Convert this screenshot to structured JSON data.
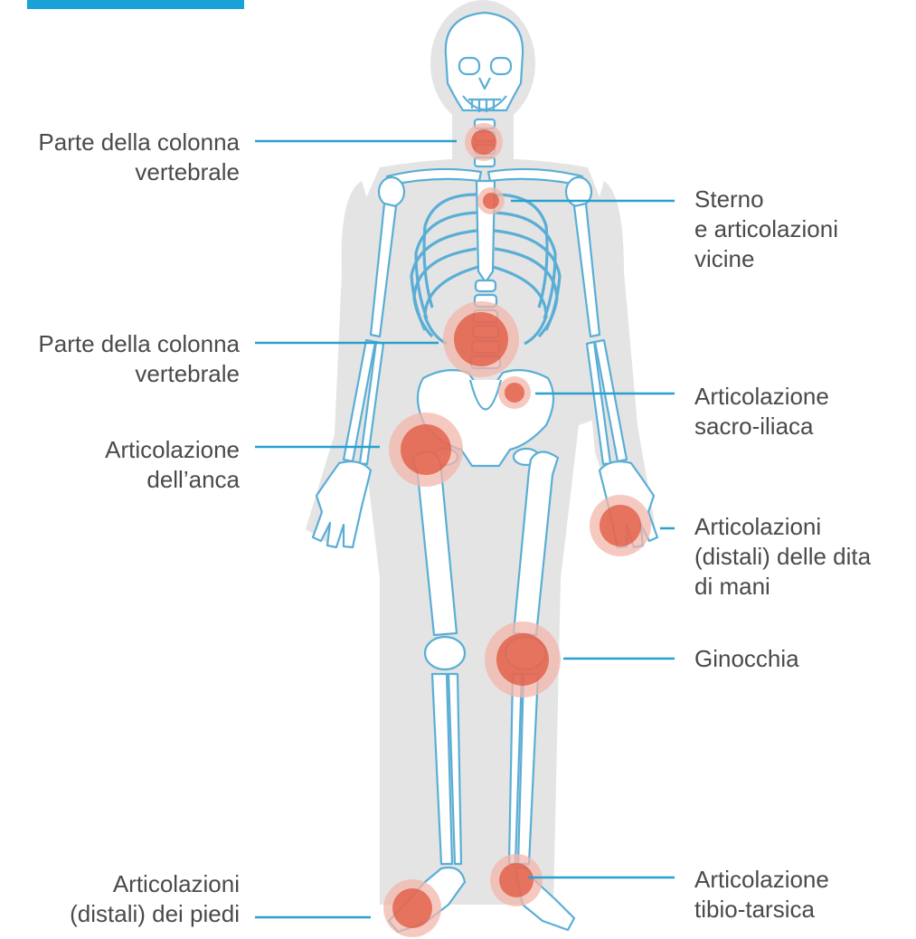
{
  "colors": {
    "silhouette": "#e4e4e4",
    "bone_fill": "#ffffff",
    "bone_stroke": "#5aaed6",
    "leader_line": "#2aa0cf",
    "highlight_outer": "#f3b7ab",
    "highlight_inner": "#e0553d",
    "text": "#4a4a4a",
    "title_fragment": "#19a2d8"
  },
  "labels": {
    "spine_upper": [
      "Parte della colonna",
      "vertebrale"
    ],
    "sternum": [
      "Sterno",
      "e articolazioni",
      "vicine"
    ],
    "spine_lower": [
      "Parte della colonna",
      "vertebrale"
    ],
    "sacroiliac": [
      "Articolazione",
      "sacro-iliaca"
    ],
    "hip": [
      "Articolazione",
      "dell’anca"
    ],
    "fingers": [
      "Articolazioni",
      "(distali) delle dita",
      "di mani"
    ],
    "knee": [
      "Ginocchia"
    ],
    "ankle": [
      "Articolazione",
      "tibio-tarsica"
    ],
    "feet": [
      "Articolazioni",
      "(distali) dei piedi"
    ]
  }
}
